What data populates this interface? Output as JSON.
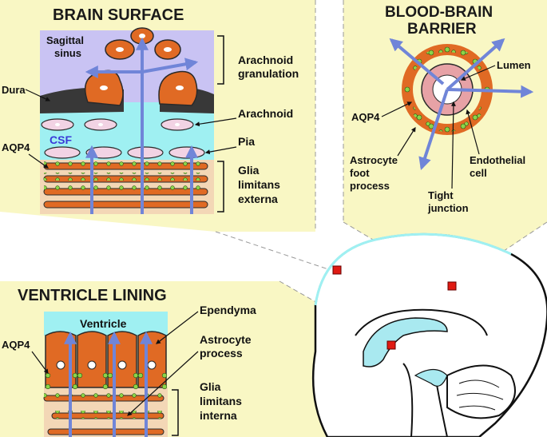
{
  "panels": {
    "brain_surface": {
      "title": "BRAIN SURFACE",
      "labels": {
        "sagittal_1": "Sagittal",
        "sagittal_2": "sinus",
        "dura": "Dura",
        "csf": "CSF",
        "aqp4": "AQP4",
        "arachnoid_gran_1": "Arachnoid",
        "arachnoid_gran_2": "granulation",
        "arachnoid": "Arachnoid",
        "pia": "Pia",
        "glia_1": "Glia",
        "glia_2": "limitans",
        "glia_3": "externa"
      }
    },
    "blood_brain_barrier": {
      "title_1": "BLOOD-BRAIN",
      "title_2": "BARRIER",
      "labels": {
        "lumen": "Lumen",
        "aqp4": "AQP4",
        "astro_1": "Astrocyte",
        "astro_2": "foot",
        "astro_3": "process",
        "endo_1": "Endothelial",
        "endo_2": "cell",
        "tight_1": "Tight",
        "tight_2": "junction"
      }
    },
    "ventricle_lining": {
      "title": "VENTRICLE LINING",
      "labels": {
        "ventricle": "Ventricle",
        "aqp4": "AQP4",
        "ependyma": "Ependyma",
        "astro_1": "Astrocyte",
        "astro_2": "process",
        "glia_1": "Glia",
        "glia_2": "limitans",
        "glia_3": "interna"
      }
    }
  },
  "colors": {
    "panel_bg": "#f9f7c4",
    "sinus": "#c9c3f3",
    "csf": "#9ff0f2",
    "glia_bg": "#f3d7b6",
    "orange": "#e06a24",
    "dura": "#383838",
    "membrane": "#f2d3e4",
    "endothelial": "#e7a2a6",
    "green_dot": "#8cd44a",
    "arrow": "#7085d8",
    "marker": "#e01a12",
    "ventricle_fill": "#a9e9f0"
  }
}
